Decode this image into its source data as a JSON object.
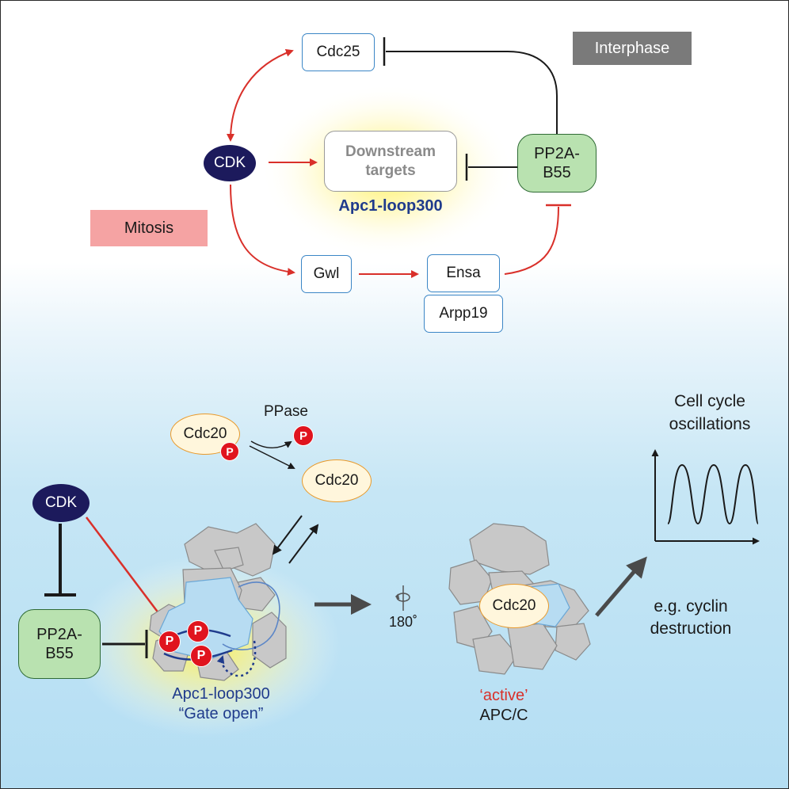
{
  "interphase_label": "Interphase",
  "mitosis_label": "Mitosis",
  "top_network": {
    "cdc25": "Cdc25",
    "cdk": "CDK",
    "downstream_line1": "Downstream",
    "downstream_line2": "targets",
    "apc1_loop": "Apc1-loop300",
    "pp2a_line1": "PP2A-",
    "pp2a_line2": "B55",
    "gwl": "Gwl",
    "ensa": "Ensa",
    "arpp19": "Arpp19"
  },
  "bottom_scheme": {
    "cdk": "CDK",
    "pp2a_line1": "PP2A-",
    "pp2a_line2": "B55",
    "cdc20_phospho": "Cdc20",
    "phospho_mark": "P",
    "ppase": "PPase",
    "cdc20_free": "Cdc20",
    "cdc20_bound": "Cdc20",
    "rotation": "180˚",
    "apc1_loop": "Apc1-loop300",
    "gate_open": "“Gate open”",
    "active": "‘active’",
    "apcc": "APC/C",
    "oscillations_line1": "Cell cycle",
    "oscillations_line2": "oscillations",
    "destruction_line1": "e.g. cyclin",
    "destruction_line2": "destruction"
  },
  "colors": {
    "activation_arrow": "#d9302a",
    "inhibition": "#1a1a1a",
    "cdk_fill": "#1c1a5c",
    "pp2a_fill": "#b9e2b0",
    "cdc20_fill": "#fff6dc",
    "phospho_fill": "#e0141e",
    "loop_text": "#1f3b8c",
    "active_text": "#d9302a",
    "interphase_fill": "#7a7a7a",
    "mitosis_fill": "#f5a3a3",
    "complex_fill": "#c8c8c8"
  }
}
